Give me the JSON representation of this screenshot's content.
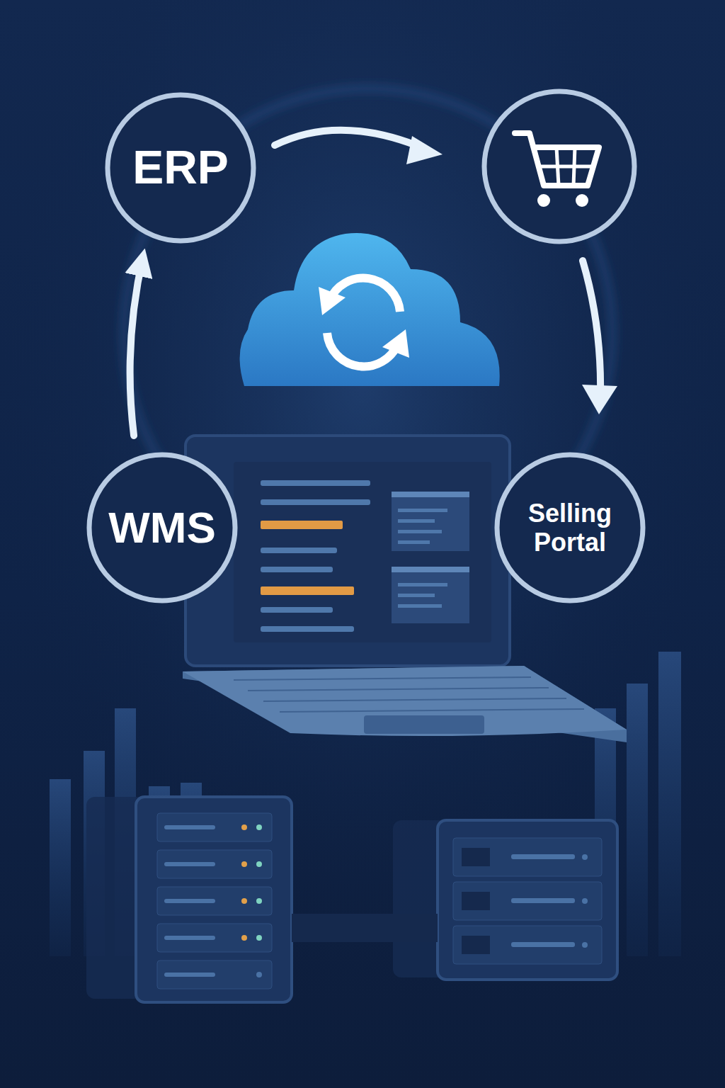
{
  "diagram": {
    "nodes": [
      {
        "text": [
          "ERP"
        ]
      },
      {
        "text": [
          "WMS"
        ]
      },
      {
        "text": [
          "Selling Portal"
        ]
      }
    ],
    "edges": [
      {
        "from": 1,
        "to": 0,
        "arrow": "to"
      }
    ]
  }
}
